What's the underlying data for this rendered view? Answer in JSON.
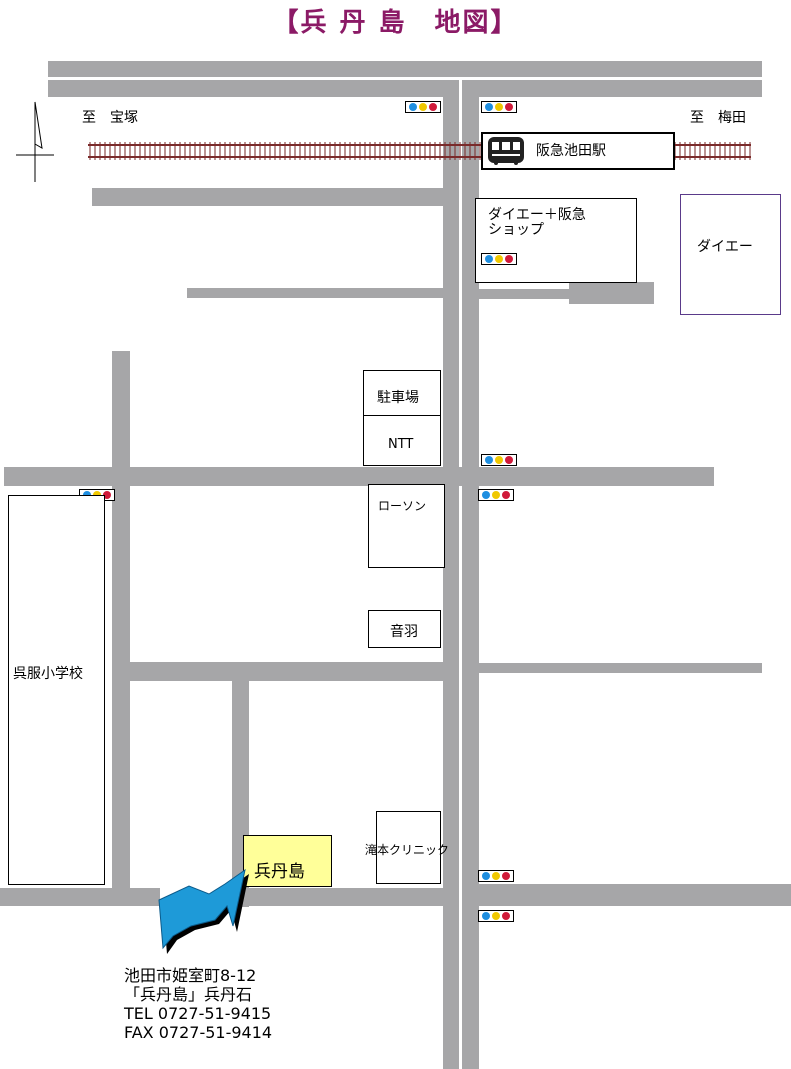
{
  "title": "【兵 丹 島　地図】",
  "directions": {
    "west": "至　宝塚",
    "east": "至　梅田"
  },
  "station": {
    "name": "阪急池田駅"
  },
  "landmarks": {
    "daiei_hankyu": "ダイエー＋阪急\nショップ",
    "daiei": "ダイエー",
    "parking": "駐車場",
    "ntt": "NTT",
    "lawson": "ローソン",
    "otowa": "音羽",
    "school": "呉服小学校",
    "clinic": "滝本クリニック",
    "destination": "兵丹島"
  },
  "address": {
    "line1": "池田市姫室町8-12",
    "line2": "「兵丹島」兵丹石",
    "tel": "TEL 0727-51-9415",
    "fax": "FAX 0727-51-9414"
  },
  "colors": {
    "road": "#a6a6a8",
    "title": "#8b1a66",
    "destination_fill": "#ffff99",
    "arrow": "#1e9ad8",
    "signal_blue": "#1e8ee0",
    "signal_yellow": "#f0c800",
    "signal_red": "#d01a3a",
    "rail": "#7a2a2a",
    "daiei_border": "#5a3a8a"
  },
  "icons": [
    "north-arrow-icon",
    "train-icon",
    "traffic-signal-icon",
    "direction-arrow-icon"
  ]
}
